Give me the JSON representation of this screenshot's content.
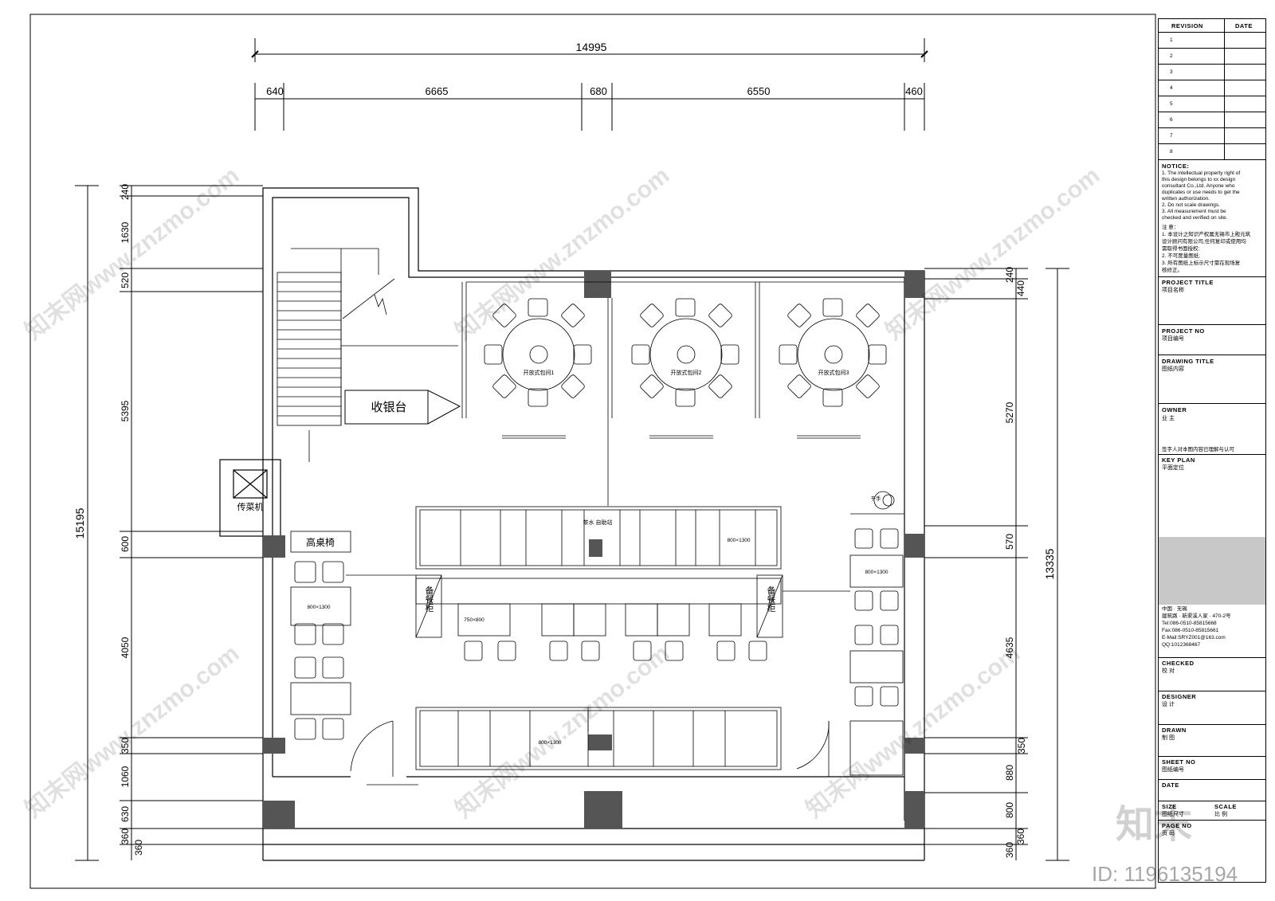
{
  "dimensions": {
    "top_total": "14995",
    "top_segments": [
      "640",
      "6665",
      "680",
      "6550",
      "460"
    ],
    "left_total": "15195",
    "left_segments": [
      "240",
      "1630",
      "520",
      "5395",
      "600",
      "4050",
      "350",
      "1060",
      "630",
      "360",
      "360"
    ],
    "right_total": "13335",
    "right_segments": [
      "240",
      "440",
      "5270",
      "570",
      "4635",
      "350",
      "880",
      "800",
      "360",
      "360"
    ]
  },
  "rooms": {
    "cashier": "收银台",
    "fax": "传菜机",
    "bar_counter": "高桌椅",
    "tea_station": "茶水 自助站",
    "spare_cabinet_left": "备餐柜",
    "spare_cabinet_right": "备餐柜",
    "private_room_1": "开放式包间1",
    "private_room_2": "开放式包间2",
    "private_room_3": "开放式包间3",
    "table_size_a": "800×1300",
    "table_size_b": "750×800",
    "small_note": "干手"
  },
  "title_block": {
    "revision_header": "REVISION",
    "date_header": "DATE",
    "revisions": [
      "1",
      "2",
      "3",
      "4",
      "5",
      "6",
      "7",
      "8"
    ],
    "notice_title": "NOTICE:",
    "notice_lines": [
      "1. The intellectual property right of",
      "   this design belongs to xx design",
      "   consultant Co.,Ltd. Anyone who",
      "   duplicates or use needs to get the",
      "   written authorization.",
      "2. Do not scale drawings.",
      "3. All measurement must be",
      "   checked and verified on site."
    ],
    "note_cn_title": "注 意：",
    "note_cn_lines": [
      "1. 本设计之知识产权属无锡市上殿元筑",
      "   设计顾问有限公司,任何复印或使用均",
      "   需取得书面授权;",
      "2. 不可度量图纸;",
      "3. 所有图纸上标示尺寸需在现场复",
      "   核修正。"
    ],
    "project_title": "PROJECT TITLE",
    "project_title_cn": "项目名称",
    "project_no": "PROJECT NO",
    "project_no_cn": "项目编号",
    "drawing_title": "DRAWING TITLE",
    "drawing_title_cn": "图纸内容",
    "owner": "OWNER",
    "owner_cn": "业 主",
    "owner_sign": "签字人对本图内容已理解与认可",
    "key_plan": "KEY PLAN",
    "key_plan_cn": "平面定位",
    "address_lines": [
      "中国 · 无锡",
      "建筑路 · 新渠溪人家 · 470-2号",
      "Tel:086-0510-85815668",
      "Fax:086-0510-85815661",
      "E-Mail:SRYZ001@163.com",
      "QQ:1012368467"
    ],
    "checked": "CHECKED",
    "checked_cn": "校 对",
    "designer": "DESIGNER",
    "designer_cn": "设 计",
    "drawn": "DRAWN",
    "drawn_cn": "制 图",
    "sheet_no": "SHEET NO",
    "sheet_no_cn": "图纸编号",
    "date": "DATE",
    "size": "SIZE",
    "size_cn": "图纸尺寸",
    "scale": "SCALE",
    "scale_cn": "比 例",
    "page_no": "PAGE NO",
    "page_no_cn": "页 码"
  },
  "watermark": {
    "brand": "知末",
    "site": "知末网www.znzmo.com",
    "id": "ID: 1196135194"
  }
}
